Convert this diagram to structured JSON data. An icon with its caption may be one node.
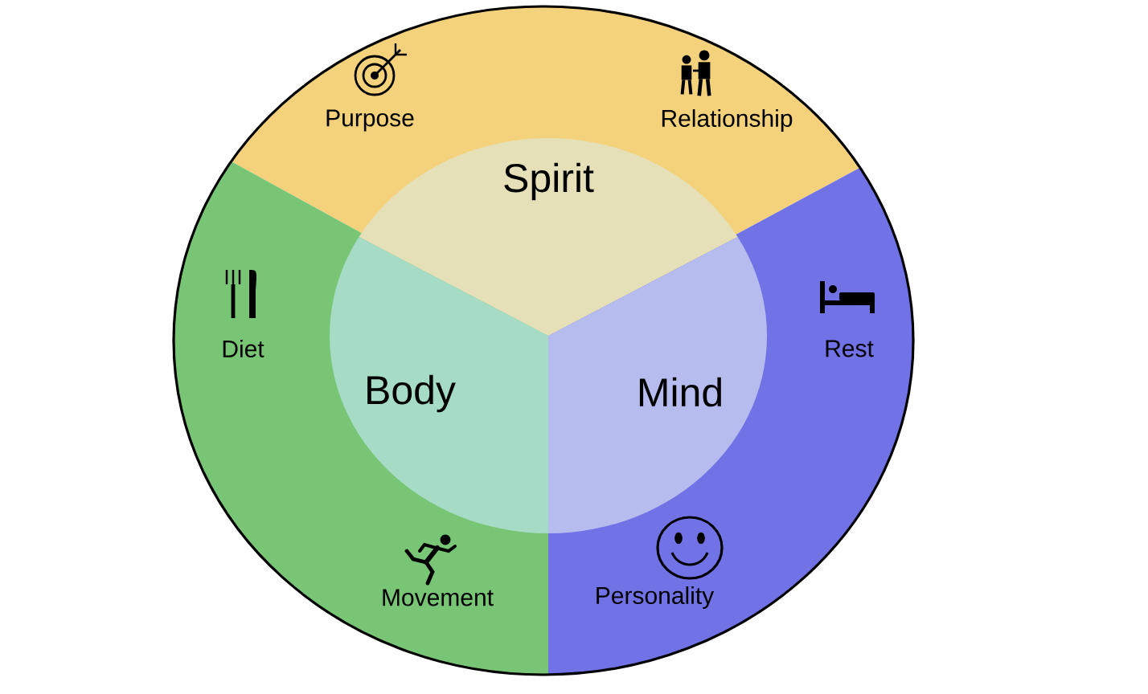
{
  "diagram": {
    "nodes": [
      {
        "text": [
          "Purpose",
          "Relationship"
        ]
      },
      {
        "text": [
          "Diet",
          "Movement"
        ]
      },
      {
        "text": [
          "Rest",
          "Personality"
        ]
      },
      {
        "text": [
          "Spirit",
          "Body",
          "Mind"
        ]
      }
    ]
  }
}
